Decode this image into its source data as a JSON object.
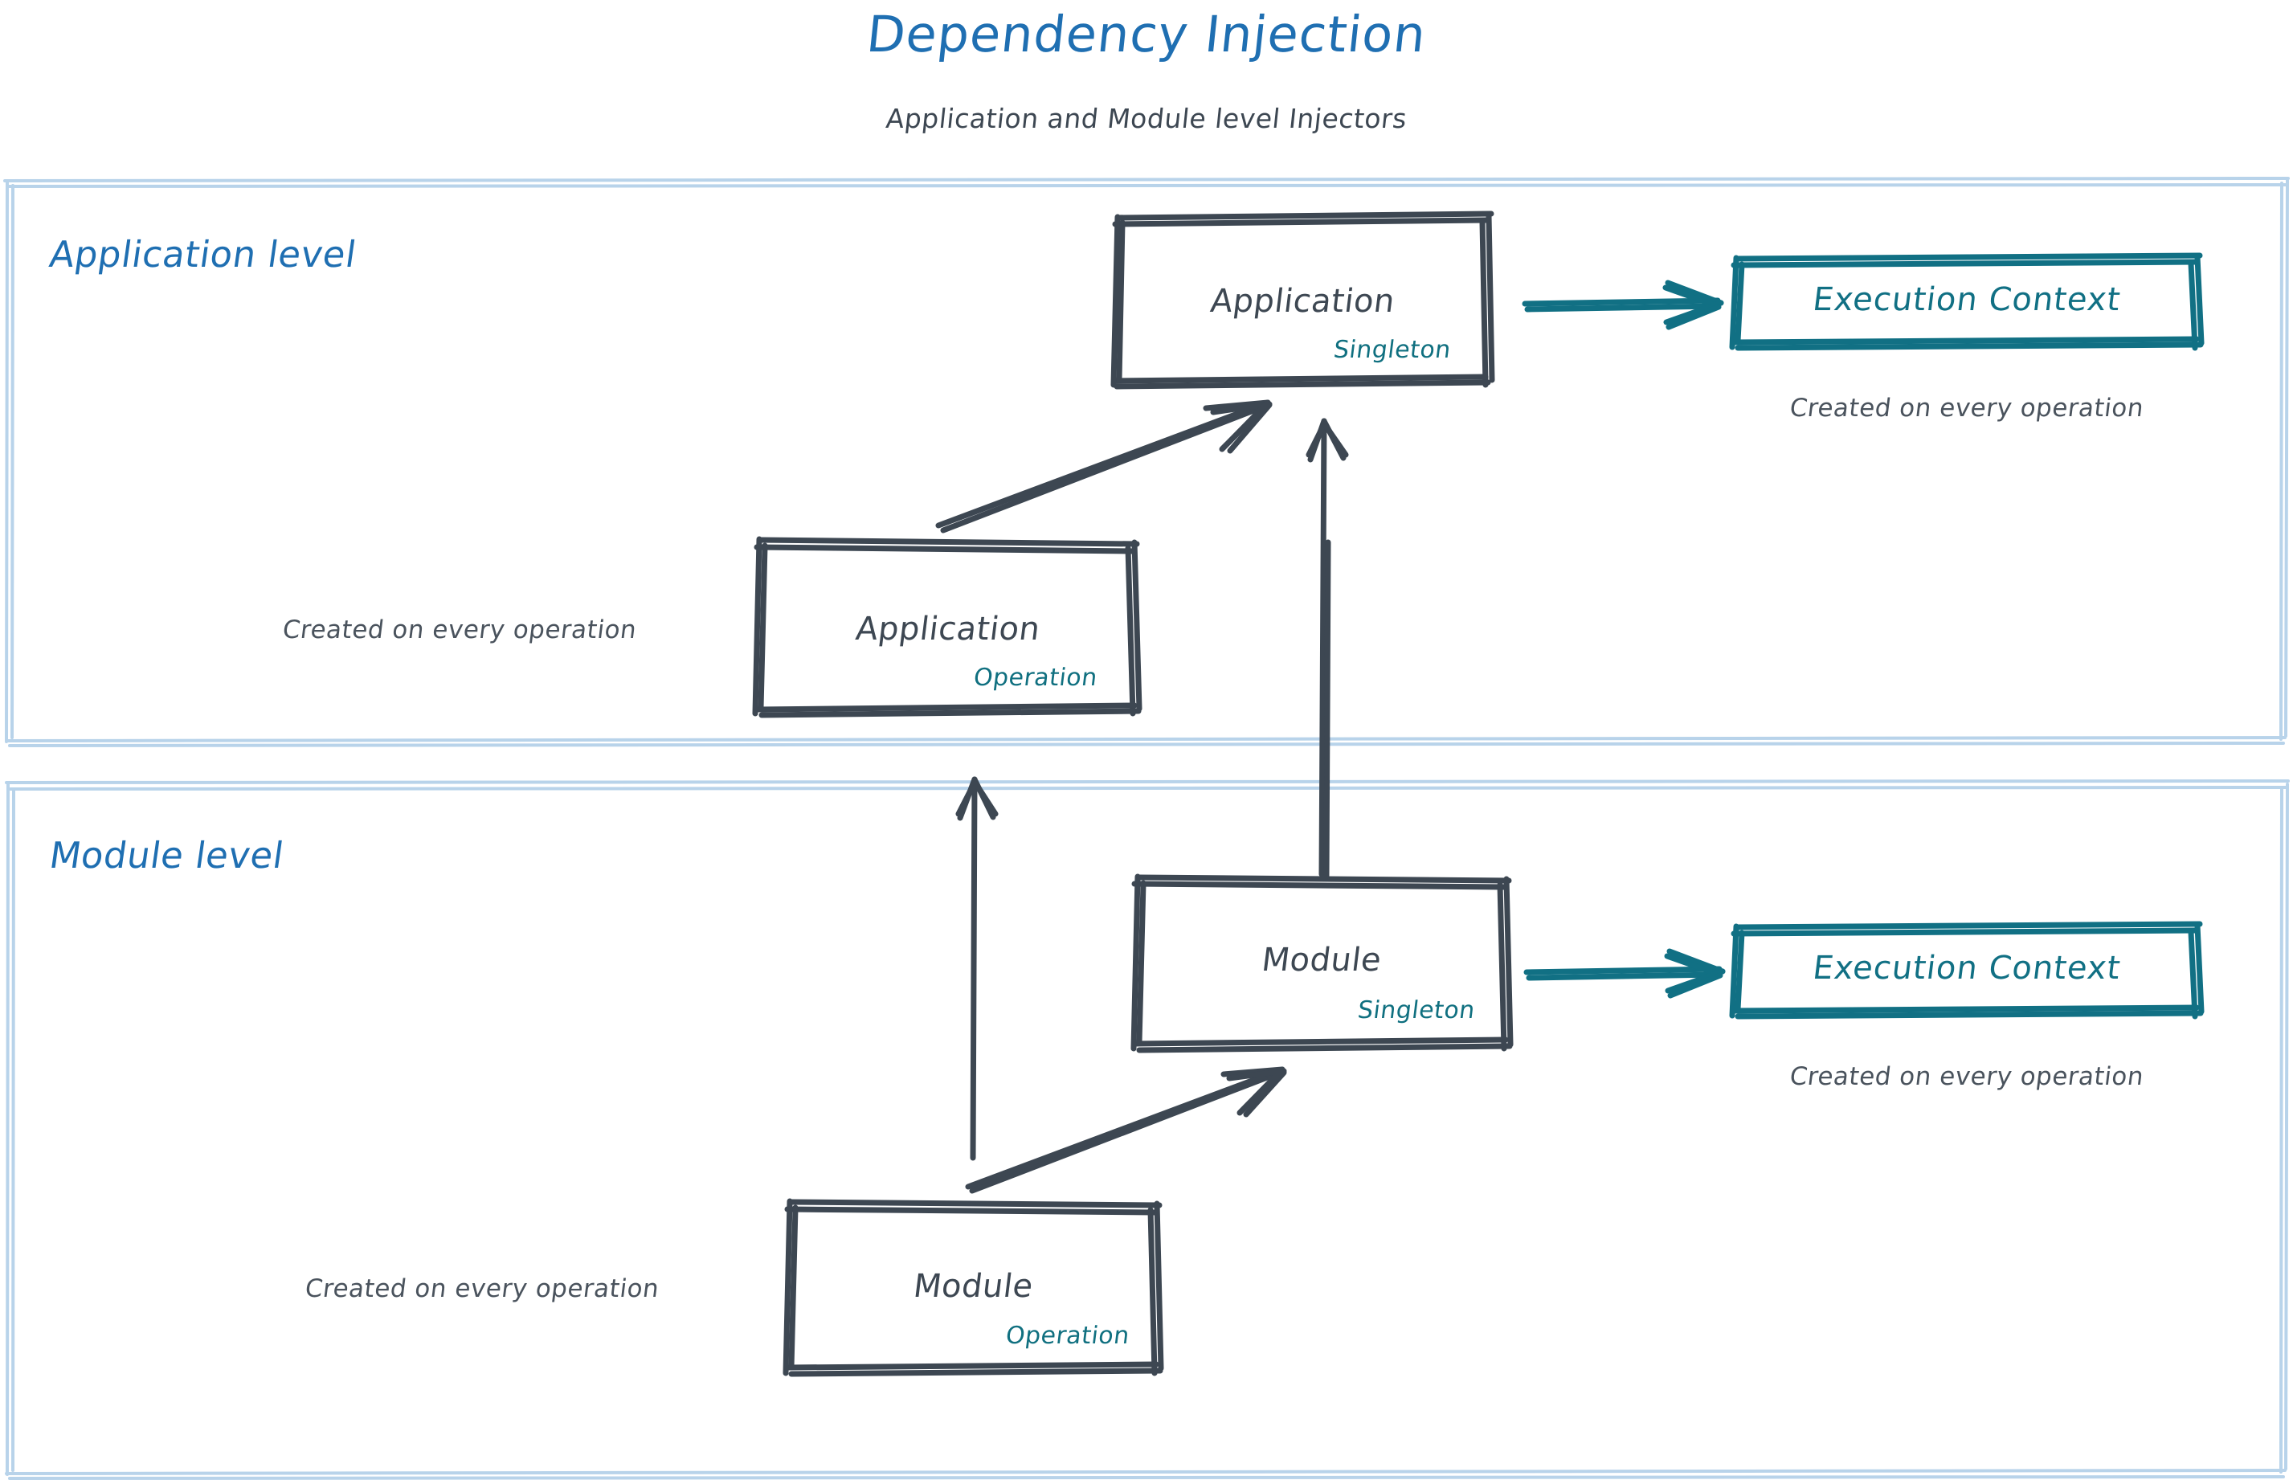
{
  "header": {
    "title": "Dependency Injection",
    "subtitle": "Application and Module level Injectors"
  },
  "colors": {
    "title_blue": "#1f6fb2",
    "group_border_blue": "#b8d3ea",
    "node_gray": "#3d4752",
    "scope_teal": "#107080",
    "execution_context_teal": "#117084",
    "note_gray": "#4a535d",
    "background": "#ffffff"
  },
  "groups": [
    {
      "id": "application-level",
      "label": "Application level"
    },
    {
      "id": "module-level",
      "label": "Module level"
    }
  ],
  "nodes": [
    {
      "id": "application-singleton",
      "title": "Application",
      "scope": "Singleton"
    },
    {
      "id": "application-operation",
      "title": "Application",
      "scope": "Operation"
    },
    {
      "id": "module-singleton",
      "title": "Module",
      "scope": "Singleton"
    },
    {
      "id": "module-operation",
      "title": "Module",
      "scope": "Operation"
    }
  ],
  "execution_contexts": [
    {
      "id": "execution-context-application",
      "label": "Execution Context",
      "note": "Created on every operation"
    },
    {
      "id": "execution-context-module",
      "label": "Execution Context",
      "note": "Created on every operation"
    }
  ],
  "notes": [
    {
      "id": "note-application-operation",
      "text": "Created on every operation"
    },
    {
      "id": "note-module-operation",
      "text": "Created on every operation"
    }
  ],
  "edges": [
    {
      "id": "edge-application-operation-to-application-singleton",
      "from": "application-operation",
      "to": "application-singleton",
      "style": "sketch-gray"
    },
    {
      "id": "edge-module-singleton-to-application-singleton",
      "from": "module-singleton",
      "to": "application-singleton",
      "style": "sketch-gray"
    },
    {
      "id": "edge-module-operation-to-application-operation",
      "from": "module-operation",
      "to": "application-operation",
      "style": "sketch-gray"
    },
    {
      "id": "edge-module-operation-to-module-singleton",
      "from": "module-operation",
      "to": "module-singleton",
      "style": "sketch-gray"
    },
    {
      "id": "edge-application-singleton-to-execution-context",
      "from": "application-singleton",
      "to": "execution-context-application",
      "style": "sketch-teal"
    },
    {
      "id": "edge-module-singleton-to-execution-context",
      "from": "module-singleton",
      "to": "execution-context-module",
      "style": "sketch-teal"
    }
  ]
}
